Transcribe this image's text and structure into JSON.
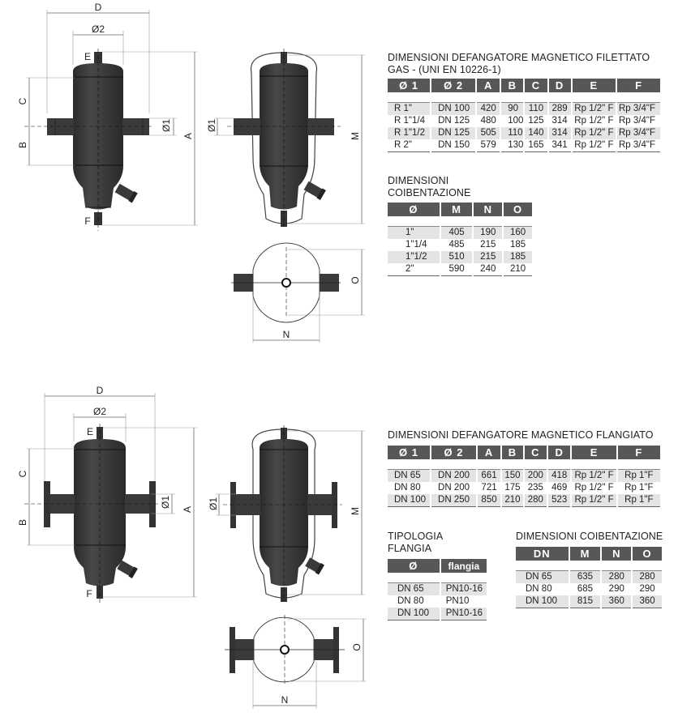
{
  "drawings": {
    "labels": {
      "D": "D",
      "O2": "Ø2",
      "E": "E",
      "F": "F",
      "C": "C",
      "B": "B",
      "A": "A",
      "O1": "Ø1",
      "M": "M",
      "N": "N",
      "O": "O"
    },
    "colors": {
      "body": "#3a3a3a",
      "body_dark": "#2a2a2a",
      "line": "#222222",
      "dim_line": "#666666"
    }
  },
  "threaded": {
    "title": "DIMENSIONI DEFANGATORE MAGNETICO FILETTATO\nGAS - (UNI EN 10226-1)",
    "headers": [
      "Ø 1",
      "Ø 2",
      "A",
      "B",
      "C",
      "D",
      "E",
      "F"
    ],
    "rows": [
      [
        "R 1\"",
        "DN 100",
        "420",
        "90",
        "110",
        "289",
        "Rp 1/2\" F",
        "Rp 3/4\"F"
      ],
      [
        "R 1\"1/4",
        "DN 125",
        "480",
        "100",
        "125",
        "314",
        "Rp 1/2\" F",
        "Rp 3/4\"F"
      ],
      [
        "R 1\"1/2",
        "DN 125",
        "505",
        "110",
        "140",
        "314",
        "Rp 1/2\" F",
        "Rp 3/4\"F"
      ],
      [
        "R 2\"",
        "DN 150",
        "579",
        "130",
        "165",
        "341",
        "Rp 1/2\" F",
        "Rp 3/4\"F"
      ]
    ]
  },
  "threaded_insulation": {
    "title": "DIMENSIONI COIBENTAZIONE",
    "headers": [
      "Ø",
      "M",
      "N",
      "O"
    ],
    "rows": [
      [
        "1\"",
        "405",
        "190",
        "160"
      ],
      [
        "1\"1/4",
        "485",
        "215",
        "185"
      ],
      [
        "1\"1/2",
        "510",
        "215",
        "185"
      ],
      [
        "2\"",
        "590",
        "240",
        "210"
      ]
    ]
  },
  "flanged": {
    "title": "DIMENSIONI DEFANGATORE MAGNETICO FLANGIATO",
    "headers": [
      "Ø 1",
      "Ø 2",
      "A",
      "B",
      "C",
      "D",
      "E",
      "F"
    ],
    "rows": [
      [
        "DN 65",
        "DN 200",
        "661",
        "150",
        "200",
        "418",
        "Rp 1/2\" F",
        "Rp 1\"F"
      ],
      [
        "DN 80",
        "DN 200",
        "721",
        "175",
        "235",
        "469",
        "Rp 1/2\" F",
        "Rp 1\"F"
      ],
      [
        "DN 100",
        "DN 250",
        "850",
        "210",
        "280",
        "523",
        "Rp 1/2\" F",
        "Rp 1\"F"
      ]
    ]
  },
  "flange_type": {
    "title": "TIPOLOGIA FLANGIA",
    "headers": [
      "Ø",
      "flangia"
    ],
    "rows": [
      [
        "DN 65",
        "PN10-16"
      ],
      [
        "DN 80",
        "PN10"
      ],
      [
        "DN 100",
        "PN10-16"
      ]
    ]
  },
  "flanged_insulation": {
    "title": "DIMENSIONI COIBENTAZIONE",
    "headers": [
      "DN",
      "M",
      "N",
      "O"
    ],
    "rows": [
      [
        "DN 65",
        "635",
        "280",
        "280"
      ],
      [
        "DN 80",
        "685",
        "290",
        "290"
      ],
      [
        "DN 100",
        "815",
        "360",
        "360"
      ]
    ]
  }
}
